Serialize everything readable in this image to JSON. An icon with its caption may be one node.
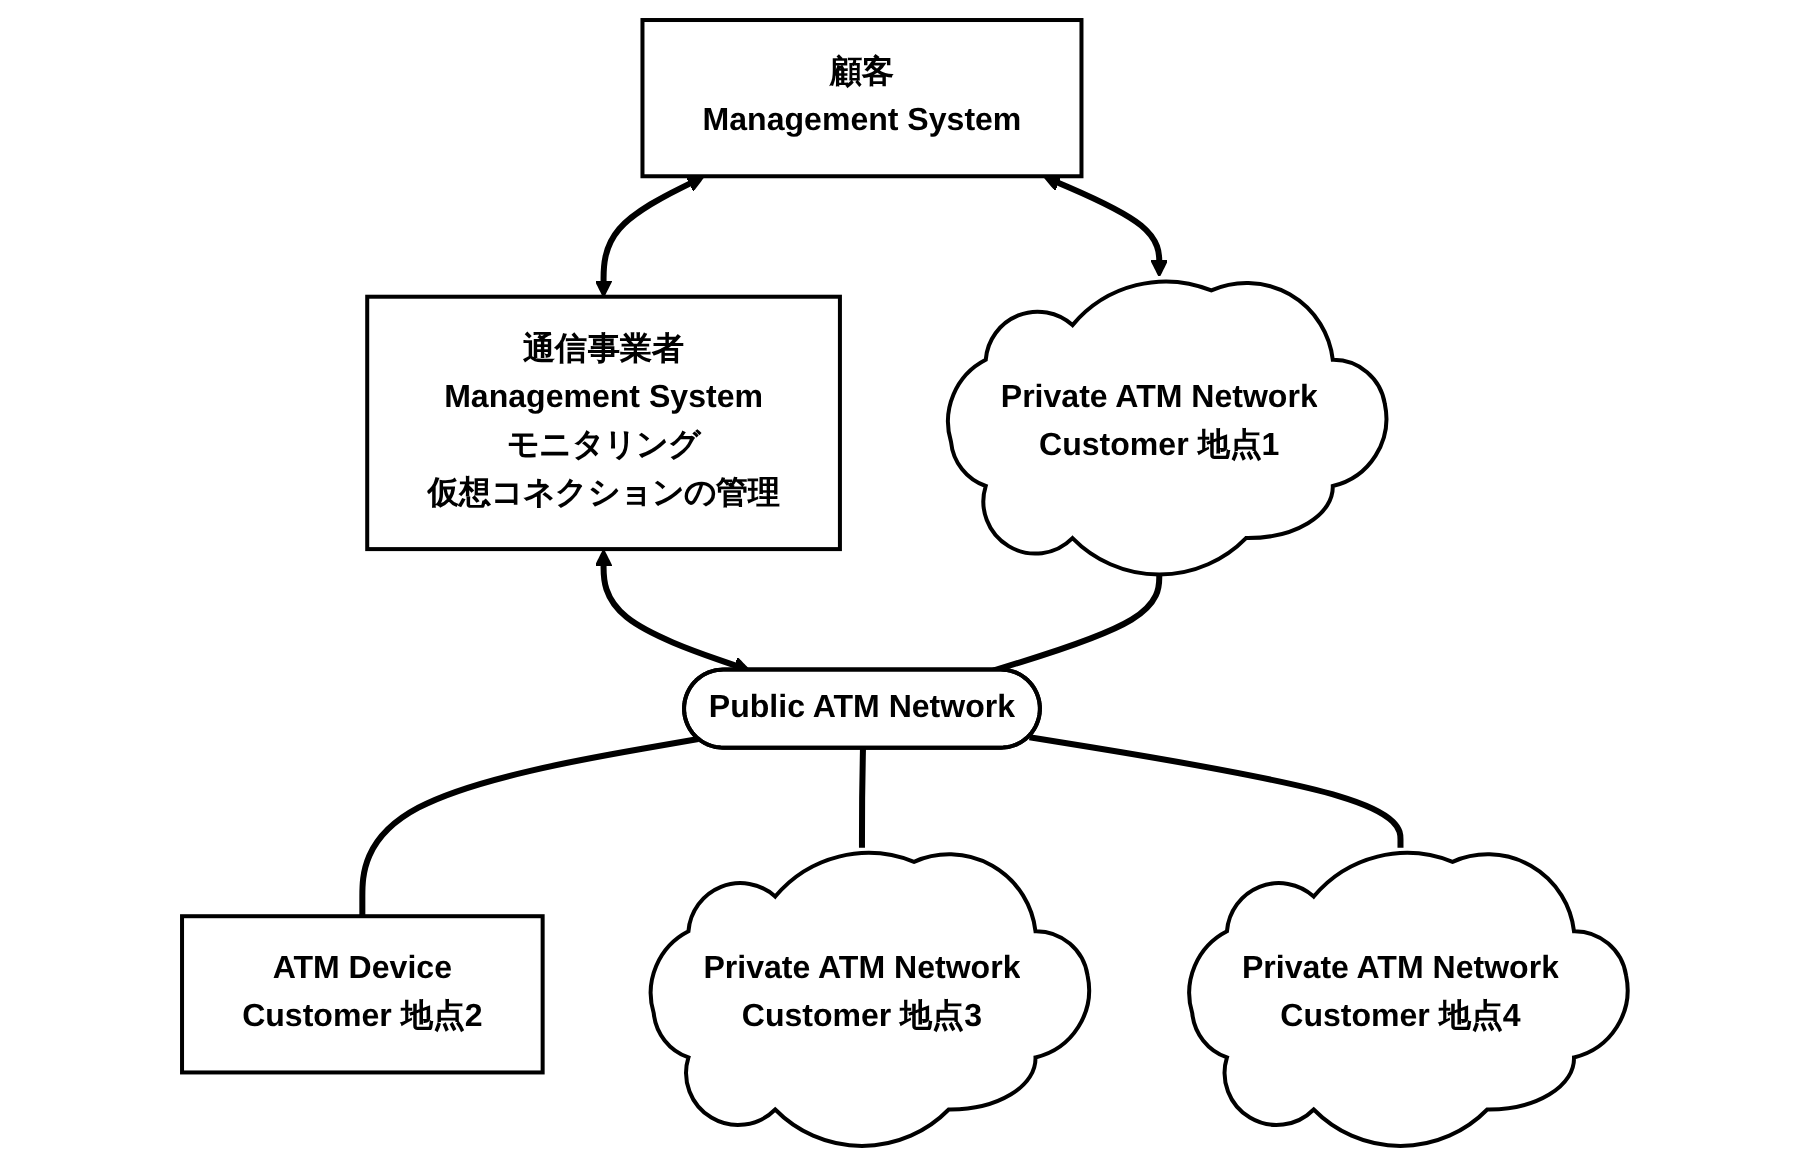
{
  "diagram": {
    "nodes": [
      {
        "text": [
          "顧客",
          "Management System"
        ]
      },
      {
        "text": [
          "通信事業者",
          "Management System",
          "モニタリング",
          "仮想コネクションの管理"
        ]
      },
      {
        "text": [
          "Private ATM Network",
          "Customer 地点1"
        ]
      },
      {
        "text": [
          "Public ATM Network"
        ]
      },
      {
        "text": [
          "ATM Device",
          "Customer 地点2"
        ]
      },
      {
        "text": [
          "Private ATM Network",
          "Customer 地点3"
        ]
      },
      {
        "text": [
          "Private ATM Network",
          "Customer 地点4"
        ]
      }
    ],
    "edges": [
      {
        "from": 0,
        "to": 1,
        "arrow": "both"
      },
      {
        "from": 0,
        "to": 2,
        "arrow": "both"
      },
      {
        "from": 1,
        "to": 3,
        "arrow": "both"
      },
      {
        "from": 2,
        "to": 3,
        "arrow": "none"
      },
      {
        "from": 3,
        "to": 4,
        "arrow": "none"
      },
      {
        "from": 3,
        "to": 5,
        "arrow": "none"
      },
      {
        "from": 3,
        "to": 6,
        "arrow": "none"
      }
    ]
  }
}
